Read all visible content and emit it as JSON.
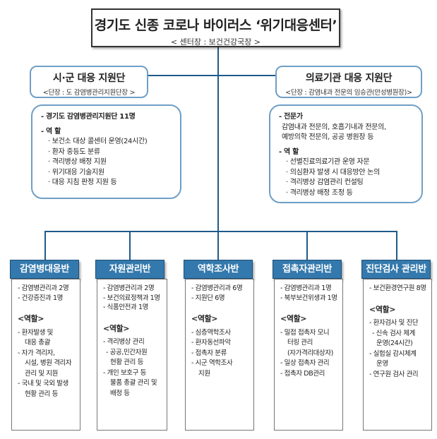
{
  "center": {
    "title": "경기도 신종 코로나 바이러스 ‘위기대응센터’",
    "subtitle": "< 센터장 : 보건건강국장 >"
  },
  "groups": [
    {
      "title": "시·군 대응 지원단",
      "leader": "<단장 : 도 감염병관리지원단장 >",
      "detail": {
        "heading": "- 경기도 감염병관리지원단 11명",
        "role_label": "- 역  할",
        "items": [
          "보건소 대상 콜센터 운영(24시간)",
          "환자 중등도 분류",
          "격리병상 배정 지원",
          "위기대응 기술지원",
          "대응 지침 판정 지원 등"
        ]
      }
    },
    {
      "title": "의료기관 대응 지원단",
      "leader": "<단장 : 감염내과 전문의 임승관(안성병원장)>",
      "detail": {
        "heading": "- 전문가",
        "experts": [
          "감염내과 전문의, 호흡기내과 전문의,",
          "예방의학 전문의, 공공 병원장 등"
        ],
        "role_label": "- 역  할",
        "items": [
          "선별진료의료기관 운영 자문",
          "의심환자 발생 시 대응방안 논의",
          "격리병상 감염관리 컨설팅",
          "격리병상 배정 조정 등"
        ]
      }
    }
  ],
  "teams": [
    {
      "name": "감염병대응반",
      "staff": [
        "- 감염병관리과 2명",
        "- 건강증진과 1명"
      ],
      "role_label": "<역할>",
      "roles": [
        {
          "text": "- 환자발생 및",
          "indent": 0
        },
        {
          "text": "대응 총괄",
          "indent": 1
        },
        {
          "text": "- 자가 격리자,",
          "indent": 0
        },
        {
          "text": "시설, 병원 격리자",
          "indent": 1
        },
        {
          "text": "관리 및 지원",
          "indent": 1
        },
        {
          "text": "- 국내 및 국외 발생",
          "indent": 0
        },
        {
          "text": "현황 관리 등",
          "indent": 1
        }
      ]
    },
    {
      "name": "자원관리반",
      "staff": [
        "- 감염병관리과 2명",
        "- 보건의료정책과 1명",
        "- 식품안전과 1명"
      ],
      "role_label": "<역할>",
      "roles": [
        {
          "text": "- 격리병상 관리",
          "indent": 0
        },
        {
          "text": "- 공공,민간자원",
          "indent": 2
        },
        {
          "text": "현황 관리 등",
          "indent": 1
        },
        {
          "text": "- 개인 보호구 등",
          "indent": 0
        },
        {
          "text": "물품 총괄 관리 및",
          "indent": 1
        },
        {
          "text": "배정 등",
          "indent": 1
        }
      ]
    },
    {
      "name": "역학조사반",
      "staff": [
        "- 감염병관리과 6명",
        "- 지원단 6명"
      ],
      "role_label": "<역할>",
      "roles": [
        {
          "text": "- 심층역학조사",
          "indent": 0
        },
        {
          "text": "- 환자동선파악",
          "indent": 0
        },
        {
          "text": "- 접촉자 분류",
          "indent": 0
        },
        {
          "text": "- 시군 역학조사",
          "indent": 0
        },
        {
          "text": "지원",
          "indent": 1
        }
      ]
    },
    {
      "name": "접촉자관리반",
      "staff": [
        "- 감염병관리과 1명",
        "- 북부보건위생과 1명"
      ],
      "role_label": "<역할>",
      "roles": [
        {
          "text": "- 밀접 접촉자 모니",
          "indent": 0
        },
        {
          "text": "터링 관리",
          "indent": 1
        },
        {
          "text": "(자가격리대상자)",
          "indent": 1
        },
        {
          "text": "- 일상 접촉자 관리",
          "indent": 0
        },
        {
          "text": "- 접촉자 DB관리",
          "indent": 0
        }
      ]
    },
    {
      "name": "진단검사 관리반",
      "staff": [
        "- 보건환경연구원 8명"
      ],
      "role_label": "<역할>",
      "roles": [
        {
          "text": "- 환자검사 및 진단",
          "indent": 0
        },
        {
          "text": "- 신속 검사 체계",
          "indent": 2
        },
        {
          "text": "운영(24시간)",
          "indent": 1
        },
        {
          "text": "- 실험실 감시체계",
          "indent": 0
        },
        {
          "text": "운영",
          "indent": 1
        },
        {
          "text": "- 연구원 검사 관리",
          "indent": 0
        }
      ]
    }
  ]
}
